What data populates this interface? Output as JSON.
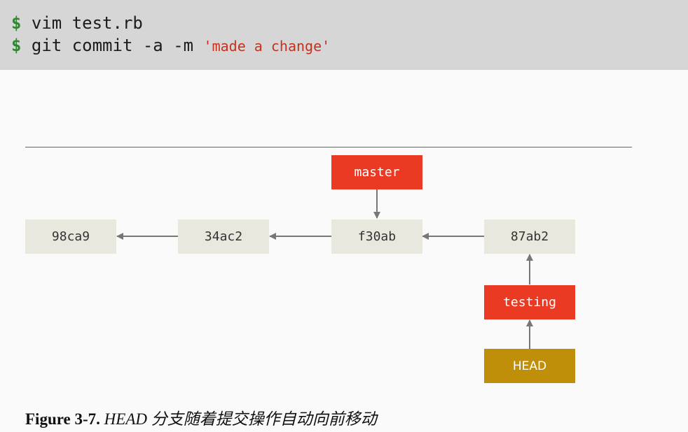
{
  "code": {
    "prompt": "$",
    "line1": "vim test.rb",
    "line2_cmd": "git commit -a -m",
    "line2_str": "'made a change'"
  },
  "diagram": {
    "commits": [
      "98ca9",
      "34ac2",
      "f30ab",
      "87ab2"
    ],
    "branches": {
      "master": "master",
      "testing": "testing"
    },
    "head": "HEAD"
  },
  "caption": {
    "label": "Figure 3-7.",
    "text": "HEAD 分支随着提交操作自动向前移动"
  },
  "colors": {
    "code_bg": "#d6d6d6",
    "commit_bg": "#e9e8df",
    "branch_bg": "#eb3a23",
    "head_bg": "#bf8f0a",
    "arrow": "#777777"
  }
}
